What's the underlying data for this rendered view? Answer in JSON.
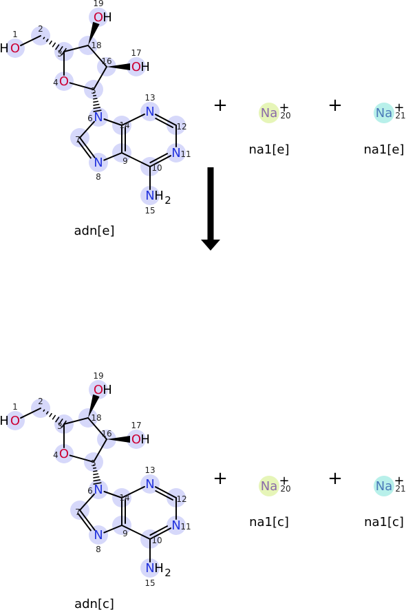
{
  "reaction": {
    "top": {
      "molecule_name": "adn[e]",
      "ions": [
        {
          "symbol": "Na",
          "index": "20",
          "charge": "+",
          "name": "na1[e]",
          "color": "#e6f5b8"
        },
        {
          "symbol": "Na",
          "index": "21",
          "charge": "+",
          "name": "na1[e]",
          "color": "#b8f0ea"
        }
      ]
    },
    "bottom": {
      "molecule_name": "adn[c]",
      "ions": [
        {
          "symbol": "Na",
          "index": "20",
          "charge": "+",
          "name": "na1[c]",
          "color": "#e6f5b8"
        },
        {
          "symbol": "Na",
          "index": "21",
          "charge": "+",
          "name": "na1[c]",
          "color": "#b8f0ea"
        }
      ]
    },
    "plus_sign": "+",
    "highlight_color": "#d6d8fa"
  },
  "atoms": {
    "O1": {
      "label": "O",
      "h": "H",
      "index": "1"
    },
    "C2": {
      "index": "2"
    },
    "C3": {
      "index": "3"
    },
    "O4": {
      "label": "O",
      "index": "4"
    },
    "C5": {
      "index": "5"
    },
    "N6": {
      "label": "N",
      "index": "6"
    },
    "C7": {
      "index": "7"
    },
    "N8": {
      "label": "N",
      "index": "8"
    },
    "C9": {
      "index": "9"
    },
    "C10": {
      "index": "10"
    },
    "N11": {
      "label": "N",
      "index": "11"
    },
    "C12": {
      "index": "12"
    },
    "N13": {
      "label": "N",
      "index": "13"
    },
    "C14": {
      "index": "14"
    },
    "N15": {
      "label": "N",
      "h": "H",
      "sub": "2",
      "index": "15"
    },
    "C16": {
      "index": "16"
    },
    "O17": {
      "label": "O",
      "h": "H",
      "index": "17"
    },
    "C18": {
      "index": "18"
    },
    "O19": {
      "label": "O",
      "h": "H",
      "index": "19"
    }
  }
}
